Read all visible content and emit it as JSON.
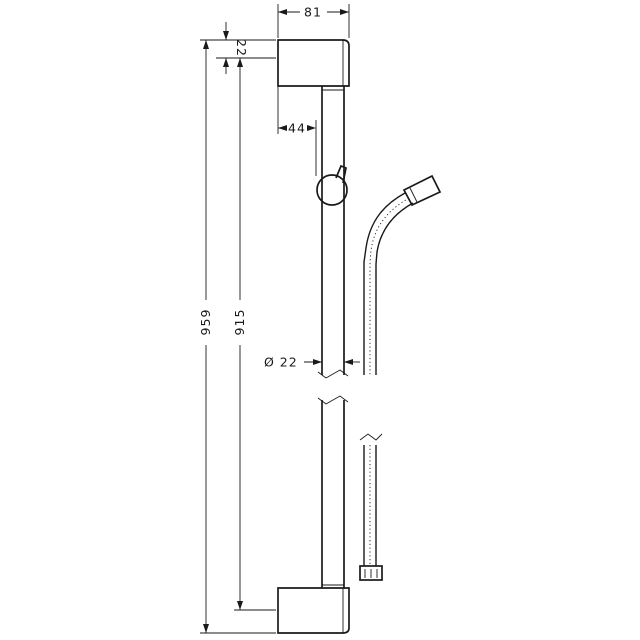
{
  "diagram": {
    "dimensions": {
      "width_top": "81",
      "top_cap": "22",
      "slider_offset": "44",
      "rail_diameter": "Ø 22",
      "overall_height": "959",
      "mount_spacing": "915"
    }
  }
}
